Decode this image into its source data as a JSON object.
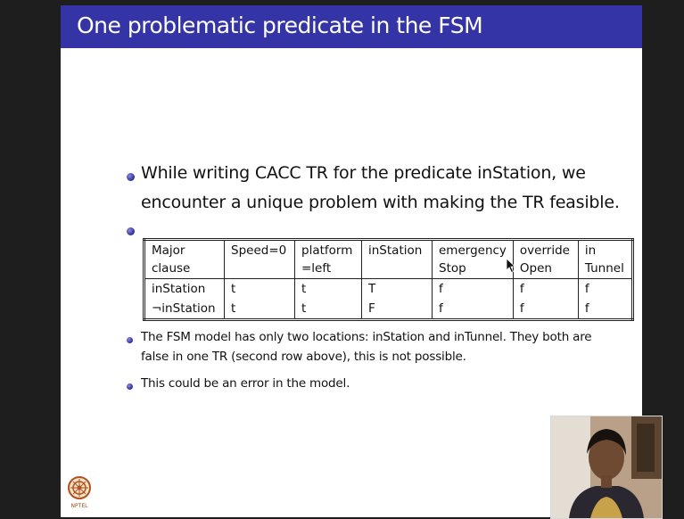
{
  "slide": {
    "title": "One problematic predicate in the FSM",
    "bullet1_line1": "While writing CACC TR for the predicate inStation, we",
    "bullet1_line2": "encounter a unique problem with making the TR feasible.",
    "table": {
      "headers": [
        [
          "Major",
          "clause"
        ],
        [
          "Speed=0",
          ""
        ],
        [
          "platform",
          "=left"
        ],
        [
          "inStation",
          ""
        ],
        [
          "emergency",
          "Stop"
        ],
        [
          "override",
          "Open"
        ],
        [
          "in",
          "Tunnel"
        ]
      ],
      "rows": [
        [
          "inStation",
          "t",
          "t",
          "T",
          "f",
          "f",
          "f"
        ],
        [
          "¬inStation",
          "t",
          "t",
          "F",
          "f",
          "f",
          "f"
        ]
      ]
    },
    "bullet3_line1": "The FSM model has only two locations: inStation and inTunnel. They both are",
    "bullet3_line2": "false in one TR (second row above), this is not possible.",
    "bullet4": "This could be an error in the model."
  },
  "logo": {
    "label": "NPTEL"
  },
  "colors": {
    "title_bar": "#3434a6",
    "bullet": "#2c2c96",
    "background": "#1e1e1e"
  }
}
